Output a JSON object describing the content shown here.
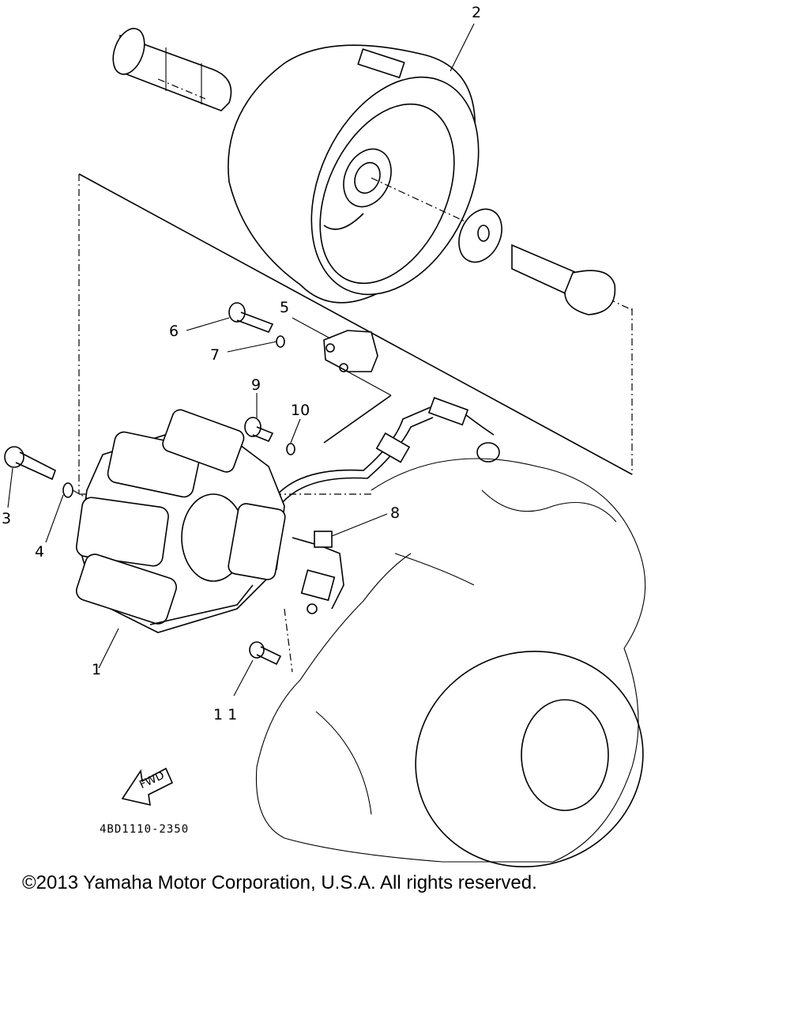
{
  "diagram": {
    "callouts": {
      "p1": "1",
      "p2": "2",
      "p3": "3",
      "p4": "4",
      "p5": "5",
      "p6": "6",
      "p7": "7",
      "p8": "8",
      "p9": "9",
      "p10": "10",
      "p11": "1 1"
    },
    "fwd_label": "FWD",
    "drawing_code": "4BD1110-2350"
  },
  "footer": {
    "copyright": "©2013 Yamaha Motor Corporation, U.S.A. All rights reserved."
  }
}
